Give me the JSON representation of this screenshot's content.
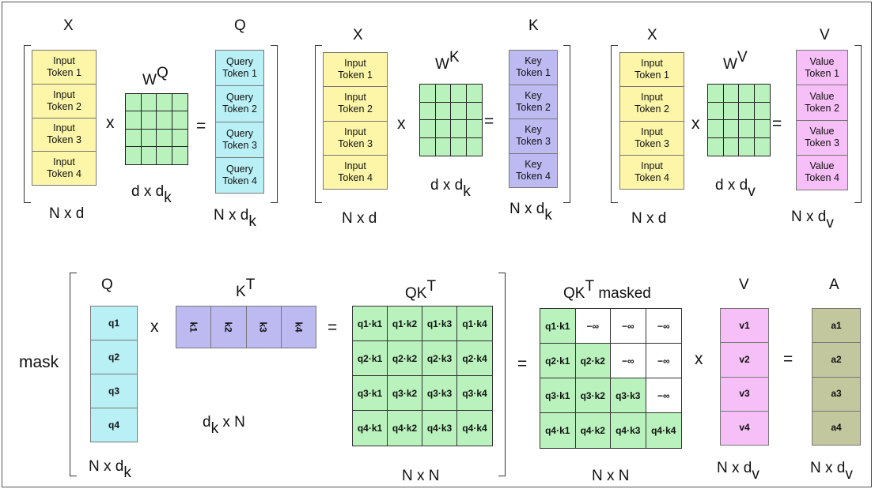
{
  "labels": {
    "X": "X",
    "Q": "Q",
    "K": "K",
    "V": "V",
    "A": "A",
    "W": "W",
    "WQsup": "Q",
    "WKsup": "K",
    "WVsup": "V",
    "N_x_d": "N x d",
    "N_x": "N x ",
    "d_x": "d x ",
    "d_sub": "d",
    "k": "k",
    "v": "v",
    "T": "T",
    "masked": " masked",
    "QK": "QK",
    "x_N": " x N",
    "N_x_N": "N x N",
    "mask": "mask"
  },
  "ops": {
    "times": "x",
    "equals": "="
  },
  "input_tokens": [
    "Input\nToken 1",
    "Input\nToken 2",
    "Input\nToken 3",
    "Input\nToken 4"
  ],
  "query_tokens": [
    "Query\nToken 1",
    "Query\nToken 2",
    "Query\nToken 3",
    "Query\nToken 4"
  ],
  "key_tokens": [
    "Key\nToken 1",
    "Key\nToken 2",
    "Key\nToken 3",
    "Key\nToken 4"
  ],
  "value_tokens": [
    "Value\nToken 1",
    "Value\nToken 2",
    "Value\nToken 3",
    "Value\nToken 4"
  ],
  "q": [
    "q1",
    "q2",
    "q3",
    "q4"
  ],
  "k": [
    "k1",
    "k2",
    "k3",
    "k4"
  ],
  "v": [
    "v1",
    "v2",
    "v3",
    "v4"
  ],
  "a": [
    "a1",
    "a2",
    "a3",
    "a4"
  ],
  "qk": [
    [
      "q1·k1",
      "q1·k2",
      "q1·k3",
      "q1·k4"
    ],
    [
      "q2·k1",
      "q2·k2",
      "q2·k3",
      "q2·k4"
    ],
    [
      "q3·k1",
      "q3·k2",
      "q3·k3",
      "q3·k4"
    ],
    [
      "q4·k1",
      "q4·k2",
      "q4·k3",
      "q4·k4"
    ]
  ],
  "qk_masked": [
    [
      "q1·k1",
      "−∞",
      "−∞",
      "−∞"
    ],
    [
      "q2·k1",
      "q2·k2",
      "−∞",
      "−∞"
    ],
    [
      "q3·k1",
      "q3·k2",
      "q3·k3",
      "−∞"
    ],
    [
      "q4·k1",
      "q4·k2",
      "q4·k3",
      "q4·k4"
    ]
  ],
  "colors": {
    "input": "#fdf6a8",
    "query": "#b9f0f6",
    "key": "#bdbaf2",
    "value": "#f7bff7",
    "weight": "#b9f2bc",
    "output": "#c3c79d",
    "masked_cell": "#ffffff"
  }
}
